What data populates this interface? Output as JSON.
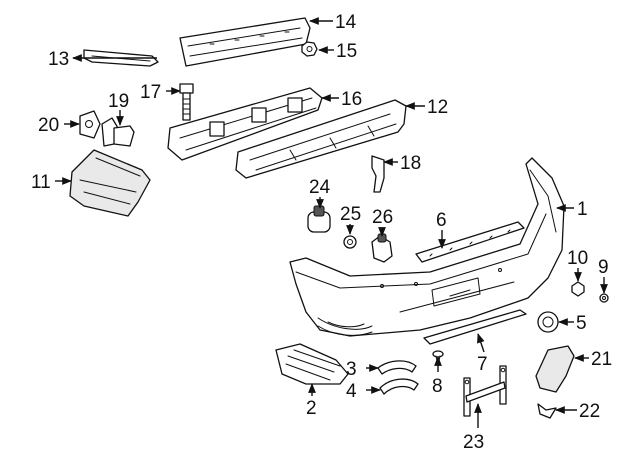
{
  "callouts": {
    "p1": "1",
    "p2": "2",
    "p3": "3",
    "p4": "4",
    "p5": "5",
    "p6": "6",
    "p7": "7",
    "p8": "8",
    "p9": "9",
    "p10": "10",
    "p11": "11",
    "p12": "12",
    "p13": "13",
    "p14": "14",
    "p15": "15",
    "p16": "16",
    "p17": "17",
    "p18": "18",
    "p19": "19",
    "p20": "20",
    "p21": "21",
    "p22": "22",
    "p23": "23",
    "p24": "24",
    "p25": "25",
    "p26": "26"
  }
}
